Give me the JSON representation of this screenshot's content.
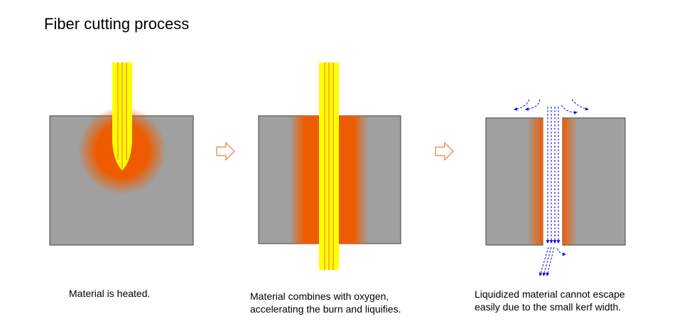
{
  "title": "Fiber cutting process",
  "colors": {
    "material": "#a0a0a0",
    "melt": "#ee5c00",
    "beam_outer": "#ffff00",
    "beam_inner": "#ff9a2a",
    "arrow_outline": "#ee7d31",
    "flow_arrows": "#1010e0"
  },
  "steps": [
    {
      "caption_line1": "Material is heated.",
      "caption_line2": ""
    },
    {
      "caption_line1": "Material combines with oxygen,",
      "caption_line2": "accelerating the burn and liquifies."
    },
    {
      "caption_line1": "Liquidized material cannot escape",
      "caption_line2": "easily due to the small kerf width."
    }
  ]
}
